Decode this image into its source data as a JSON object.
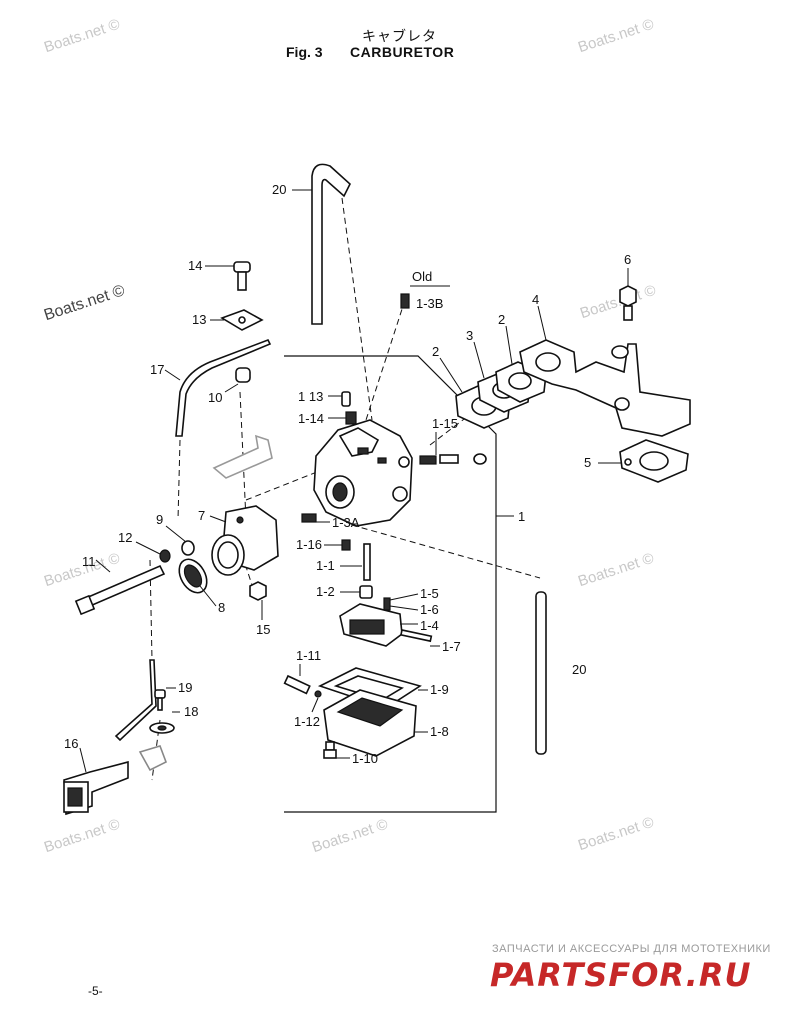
{
  "title": {
    "japanese": "キャブレタ",
    "fig": "Fig. 3",
    "name": "CARBURETOR"
  },
  "watermarks": [
    "Boats.net ©",
    "Boats.net ©",
    "Boats.net ©",
    "Boats.net ©",
    "Boats.net ©",
    "Boats.net ©",
    "Boats.net ©",
    "Boats.net ©",
    "Boats.net ©"
  ],
  "old_label": "Old",
  "callouts": {
    "c20a": "20",
    "c14": "14",
    "c13": "13",
    "c17": "17",
    "c10": "10",
    "c1_13": "1 13",
    "c1_14": "1-14",
    "c1_15": "1-15",
    "c1_3b": "1-3B",
    "c2a": "2",
    "c2b": "2",
    "c3": "3",
    "c4": "4",
    "c6": "6",
    "c5": "5",
    "c1": "1",
    "c7": "7",
    "c9": "9",
    "c12": "12",
    "c11": "11",
    "c8": "8",
    "c15": "15",
    "c1_3a": "1-3A",
    "c1_16": "1-16",
    "c1_1": "1-1",
    "c1_2": "1-2",
    "c1_5": "1-5",
    "c1_6": "1-6",
    "c1_4": "1-4",
    "c1_7": "1-7",
    "c1_11": "1-11",
    "c1_9": "1-9",
    "c1_12": "1-12",
    "c1_8": "1-8",
    "c1_10": "1-10",
    "c19": "19",
    "c18": "18",
    "c16": "16",
    "c20b": "20"
  },
  "shop": {
    "tagline": "ЗАПЧАСТИ И АКСЕССУАРЫ ДЛЯ МОТОТЕХНИКИ",
    "logo": "PARTSFOR.RU"
  },
  "page_number": "-5-"
}
